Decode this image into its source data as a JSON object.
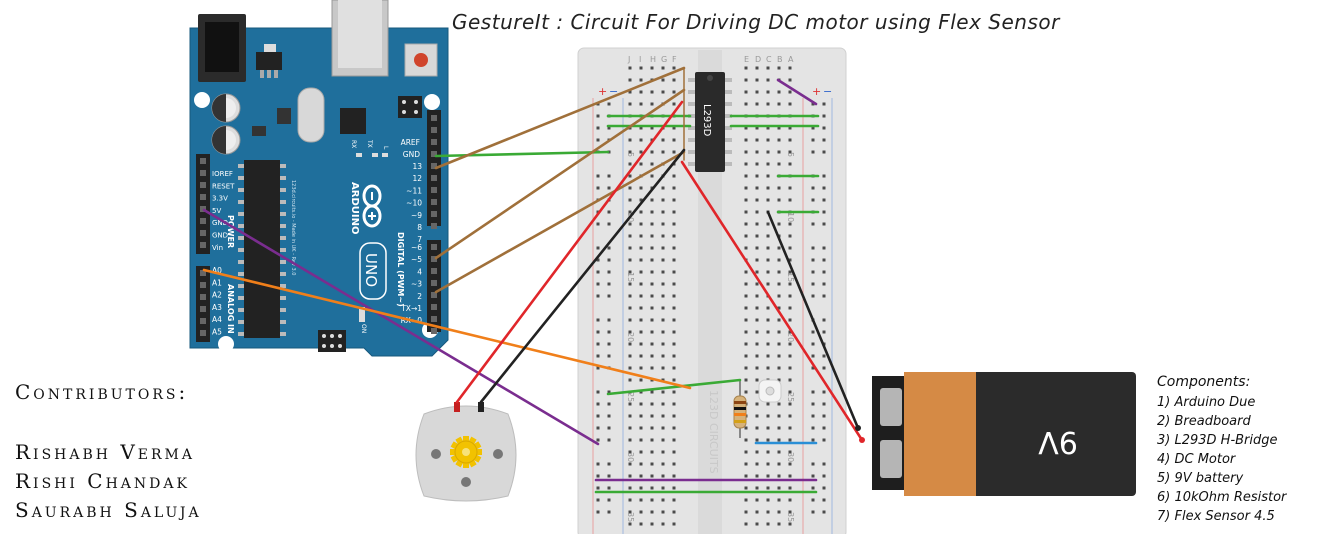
{
  "title": "GestureIt : Circuit For Driving DC motor using Flex Sensor",
  "contributors": {
    "heading": "Contributors:",
    "names": [
      "Rishabh Verma",
      "Rishi Chandak",
      "Saurabh Saluja"
    ]
  },
  "components": {
    "heading": "Components:",
    "items": [
      "1) Arduino Due",
      "2) Breadboard",
      "3) L293D H-Bridge",
      "4) DC Motor",
      "5) 9V battery",
      "6) 10kOhm Resistor",
      "7) Flex Sensor 4.5"
    ]
  },
  "arduino": {
    "brand": "ARDUINO",
    "model": "UNO",
    "aref": "AREF",
    "gnd": "GND",
    "digital_pins": [
      "13",
      "12",
      "~11",
      "~10",
      "~9",
      "8",
      "7",
      "~6",
      "~5",
      "4",
      "~3",
      "2",
      "TX→1",
      "RX←0"
    ],
    "power_pins": [
      "IOREF",
      "RESET",
      "3.3V",
      "5V",
      "GND",
      "GND",
      "Vin"
    ],
    "analog_pins": [
      "A0",
      "A1",
      "A2",
      "A3",
      "A4",
      "A5"
    ],
    "power_label": "POWER",
    "analog_label": "ANALOG IN",
    "digital_label": "DIGITAL (PWM~)",
    "tx": "TX",
    "rx": "RX",
    "l": "L",
    "on": "ON",
    "credit": "123d.circuits.io - Made in UK - Rev 3.0"
  },
  "breadboard": {
    "brand": "123D CIRCUITS",
    "rows": [
      "5",
      "10",
      "15",
      "20",
      "25",
      "30",
      "35"
    ],
    "cols": [
      "J",
      "I",
      "H",
      "G",
      "F",
      "E",
      "D",
      "C",
      "B",
      "A"
    ],
    "plus": "+",
    "minus": "−"
  },
  "chip": {
    "label": "L293D"
  },
  "battery": {
    "label": "9V"
  },
  "colors": {
    "arduino_blue": "#1f6f9c",
    "breadboard": "#e6e6e6",
    "wire_brown": "#a0703a",
    "wire_green": "#3aaa35",
    "wire_red": "#e0262a",
    "wire_black": "#222222",
    "wire_purple": "#7a2d8f",
    "wire_orange": "#f07f1a",
    "wire_blue": "#2a8fd6",
    "battery_orange": "#d58a45"
  }
}
